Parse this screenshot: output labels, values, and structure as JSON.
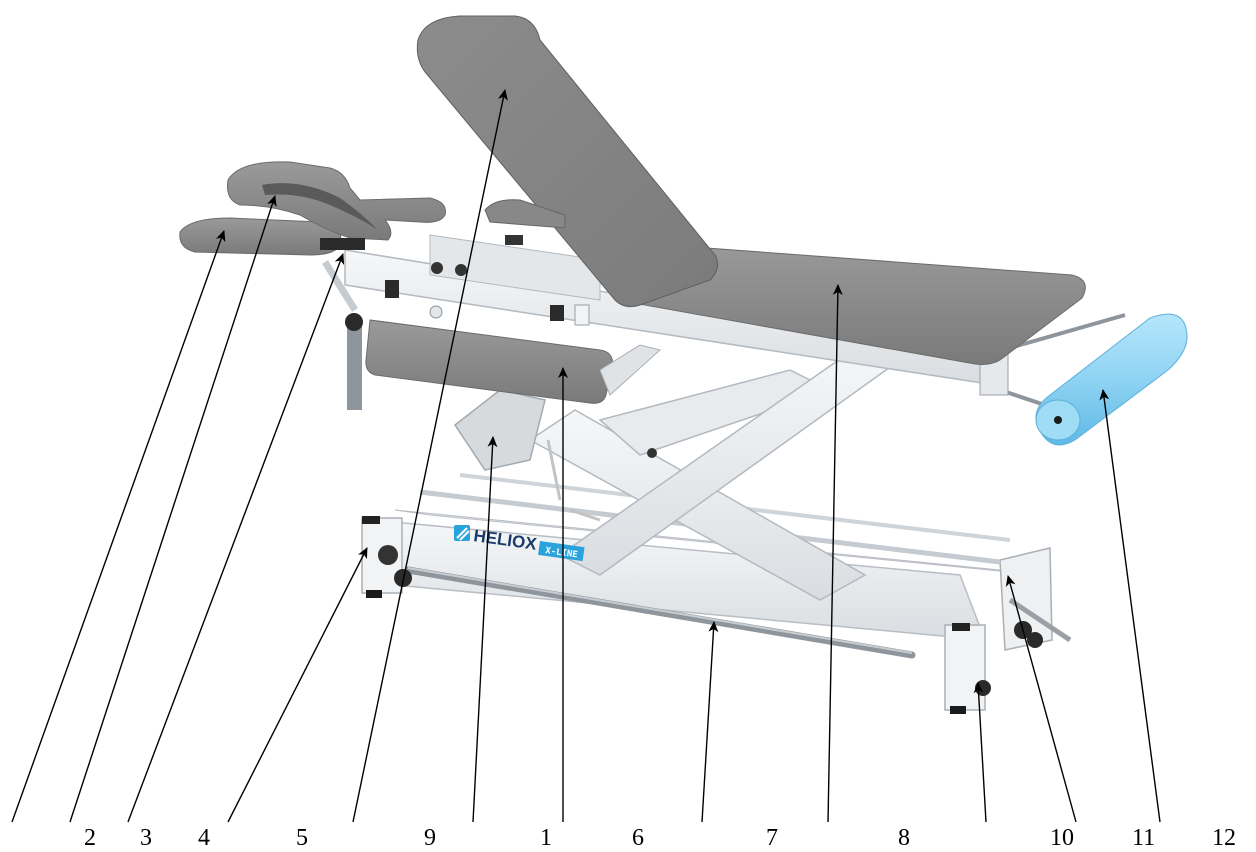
{
  "brand": {
    "logo_text": "HELIOX",
    "sub_text": "X-LINE",
    "logo_color": "#1a3a6b",
    "accent_color": "#2aa3dc"
  },
  "colors": {
    "upholstery": "#8a8a8a",
    "upholstery_dark": "#6f6f6f",
    "frame": "#eef0f2",
    "frame_edge": "#b9bec4",
    "paper_roll": "#8fd3f3",
    "arrow": "#000000"
  },
  "callouts": [
    {
      "id": "1",
      "label": "1"
    },
    {
      "id": "2",
      "label": "2"
    },
    {
      "id": "3",
      "label": "3"
    },
    {
      "id": "4",
      "label": "4"
    },
    {
      "id": "5",
      "label": "5"
    },
    {
      "id": "6",
      "label": "6"
    },
    {
      "id": "7",
      "label": "7"
    },
    {
      "id": "8",
      "label": "8"
    },
    {
      "id": "9",
      "label": "9"
    },
    {
      "id": "10",
      "label": "10"
    },
    {
      "id": "11",
      "label": "11"
    },
    {
      "id": "12",
      "label": "12"
    }
  ]
}
